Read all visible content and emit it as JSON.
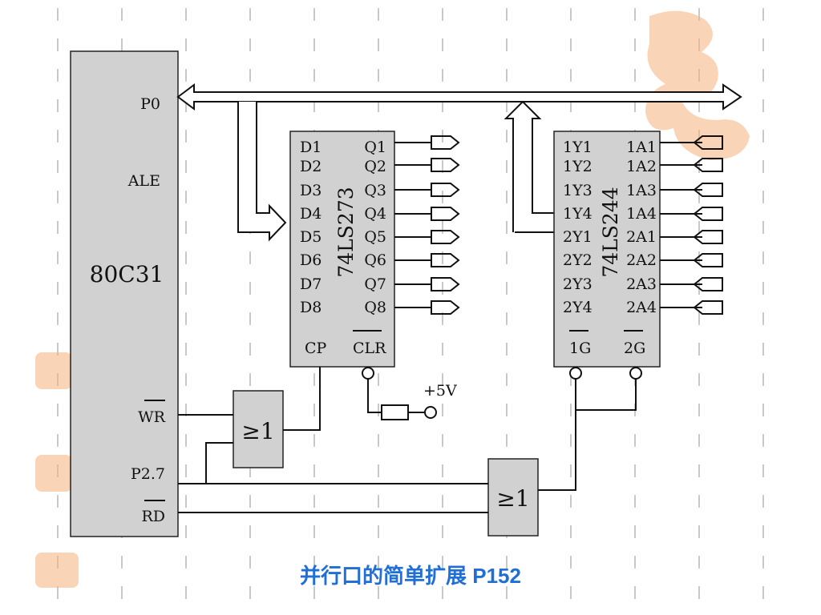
{
  "cpu": {
    "name": "80C31",
    "p0": "P0",
    "ale": "ALE",
    "wr": "WR",
    "p27": "P2.7",
    "rd": "RD"
  },
  "latch": {
    "name": "74LS273",
    "inputs": [
      "D1",
      "D2",
      "D3",
      "D4",
      "D5",
      "D6",
      "D7",
      "D8"
    ],
    "outputs": [
      "Q1",
      "Q2",
      "Q3",
      "Q4",
      "Q5",
      "Q6",
      "Q7",
      "Q8"
    ],
    "cp": "CP",
    "clr": "CLR"
  },
  "buffer": {
    "name": "74LS244",
    "outputs": [
      "1Y1",
      "1Y2",
      "1Y3",
      "1Y4",
      "2Y1",
      "2Y2",
      "2Y3",
      "2Y4"
    ],
    "inputs": [
      "1A1",
      "1A2",
      "1A3",
      "1A4",
      "2A1",
      "2A2",
      "2A3",
      "2A4"
    ],
    "g1": "1G",
    "g2": "2G"
  },
  "gate1": {
    "symbol": "≥1"
  },
  "gate2": {
    "symbol": "≥1"
  },
  "supply": "+5V",
  "caption": "并行口的简单扩展  P152",
  "colors": {
    "chip_fill": "#d1d1d1",
    "caption": "#1f6fd6",
    "seal": "#f6b07a"
  }
}
